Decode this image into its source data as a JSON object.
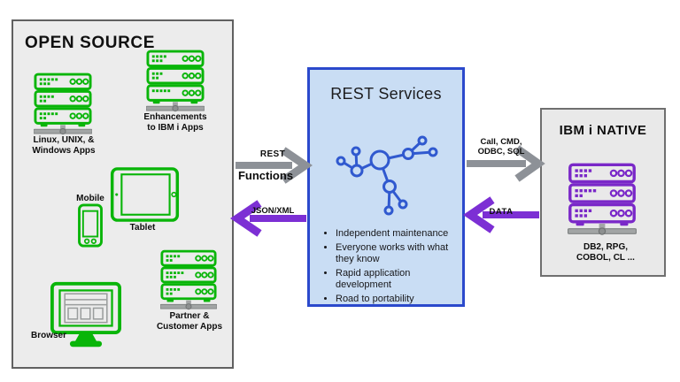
{
  "diagram": {
    "left_panel": {
      "title": "OPEN SOURCE",
      "accent_color": "#09b509",
      "items": [
        {
          "icon": "server-stack-icon",
          "label": "Linux, UNIX, &\nWindows Apps"
        },
        {
          "icon": "server-stack-icon",
          "label": "Enhancements\nto IBM i Apps"
        },
        {
          "icon": "smartphone-icon",
          "label": "Mobile"
        },
        {
          "icon": "tablet-icon",
          "label": "Tablet"
        },
        {
          "icon": "server-stack-icon",
          "label": "Partner &\nCustomer Apps"
        },
        {
          "icon": "desktop-monitor-icon",
          "label": "Browser"
        }
      ]
    },
    "center_panel": {
      "title": "REST Services",
      "icon": "network-nodes-icon",
      "fill_color": "#c9ddf4",
      "border_color": "#2b49cc",
      "node_color": "#3059cf",
      "bullets": [
        "Independent maintenance",
        "Everyone works with what they know",
        "Rapid application development",
        "Road to portability"
      ]
    },
    "right_panel": {
      "title": "IBM i NATIVE",
      "accent_color": "#7a28c8",
      "items": [
        {
          "icon": "server-stack-icon",
          "label": "DB2, RPG,\nCOBOL, CL ..."
        }
      ]
    },
    "arrows": {
      "rest_functions": {
        "label_top": "REST",
        "label_bottom": "Functions",
        "direction": "right",
        "color": "#8d9197"
      },
      "json_xml": {
        "label": "JSON/XML",
        "direction": "left",
        "color": "#7c2fd4"
      },
      "call_cmd": {
        "label": "Call, CMD,\nODBC, SQL",
        "direction": "right",
        "color": "#8d9197"
      },
      "data": {
        "label": "DATA",
        "direction": "left",
        "color": "#7c2fd4"
      }
    }
  }
}
